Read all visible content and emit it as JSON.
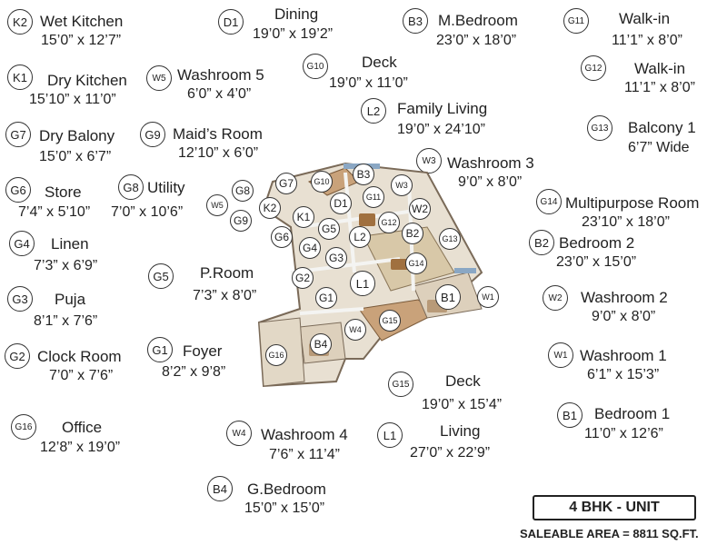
{
  "legend": {
    "K2": {
      "code": "K2",
      "name": "Wet Kitchen",
      "dim": "15’0” x 12’7”"
    },
    "D1": {
      "code": "D1",
      "name": "Dining",
      "dim": "19’0” x 19’2”"
    },
    "B3": {
      "code": "B3",
      "name": "M.Bedroom",
      "dim": "23’0” x 18’0”"
    },
    "G11": {
      "code": "G11",
      "name": "Walk-in",
      "dim": "11’1” x 8’0”"
    },
    "K1": {
      "code": "K1",
      "name": "Dry Kitchen",
      "dim": "15’10” x 11’0”"
    },
    "W5": {
      "code": "W5",
      "name": "Washroom 5",
      "dim": "6’0” x 4’0”"
    },
    "G10": {
      "code": "G10",
      "name": "Deck",
      "dim": "19’0” x 11’0”"
    },
    "G12": {
      "code": "G12",
      "name": "Walk-in",
      "dim": "11’1” x 8’0”"
    },
    "L2": {
      "code": "L2",
      "name": "Family Living",
      "dim": "19’0” x 24’10”"
    },
    "G7": {
      "code": "G7",
      "name": "Dry Balony",
      "dim": "15’0” x 6’7”"
    },
    "G9": {
      "code": "G9",
      "name": "Maid’s Room",
      "dim": "12’10” x 6’0”"
    },
    "G13": {
      "code": "G13",
      "name": "Balcony 1",
      "dim": "6’7” Wide"
    },
    "W3": {
      "code": "W3",
      "name": "Washroom 3",
      "dim": "9’0” x 8’0”"
    },
    "G6": {
      "code": "G6",
      "name": "Store",
      "dim": "7’4” x 5’10”"
    },
    "G8": {
      "code": "G8",
      "name": "Utility",
      "dim": "7’0” x 10’6”"
    },
    "G14": {
      "code": "G14",
      "name": "Multipurpose Room",
      "dim": "23’10” x 18’0”"
    },
    "G4": {
      "code": "G4",
      "name": "Linen",
      "dim": "7’3” x 6’9”"
    },
    "B2": {
      "code": "B2",
      "name": "Bedroom 2",
      "dim": "23’0” x 15’0”"
    },
    "G5": {
      "code": "G5",
      "name": "P.Room",
      "dim": "7’3” x 8’0”"
    },
    "G3": {
      "code": "G3",
      "name": "Puja",
      "dim": "8’1” x 7’6”"
    },
    "W2": {
      "code": "W2",
      "name": "Washroom 2",
      "dim": "9’0” x 8’0”"
    },
    "G2": {
      "code": "G2",
      "name": "Clock Room",
      "dim": "7’0” x 7’6”"
    },
    "G1": {
      "code": "G1",
      "name": "Foyer",
      "dim": "8’2” x 9’8”"
    },
    "W1": {
      "code": "W1",
      "name": "Washroom 1",
      "dim": "6’1” x 15’3”"
    },
    "G15": {
      "code": "G15",
      "name": "Deck",
      "dim": "19’0” x 15’4”"
    },
    "B1": {
      "code": "B1",
      "name": "Bedroom 1",
      "dim": "11’0” x 12’6”"
    },
    "G16": {
      "code": "G16",
      "name": "Office",
      "dim": "12’8” x 19’0”"
    },
    "W4": {
      "code": "W4",
      "name": "Washroom 4",
      "dim": "7’6” x 11’4”"
    },
    "L1": {
      "code": "L1",
      "name": "Living",
      "dim": "27’0” x 22’9”"
    },
    "B4": {
      "code": "B4",
      "name": "G.Bedroom",
      "dim": "15’0” x 15’0”"
    }
  },
  "plan_markers": [
    "G7",
    "G10",
    "B3",
    "G8",
    "W5",
    "K2",
    "D1",
    "G11",
    "W3",
    "G9",
    "K1",
    "W2",
    "G12",
    "G5",
    "G6",
    "L2",
    "B2",
    "G13",
    "G4",
    "G3",
    "G14",
    "G2",
    "L1",
    "B1",
    "W1",
    "G1",
    "G15",
    "W4",
    "B4",
    "G16"
  ],
  "unit": {
    "label": "4 BHK - UNIT",
    "area": "SALEABLE AREA = 8811 SQ.FT."
  },
  "colors": {
    "floor": "#e8e0d2",
    "wall": "#f4f4f2",
    "wood": "#a0703f",
    "carpet": "#d8c8a8",
    "deck": "#c9a27a",
    "glass": "#8aa7c4"
  }
}
